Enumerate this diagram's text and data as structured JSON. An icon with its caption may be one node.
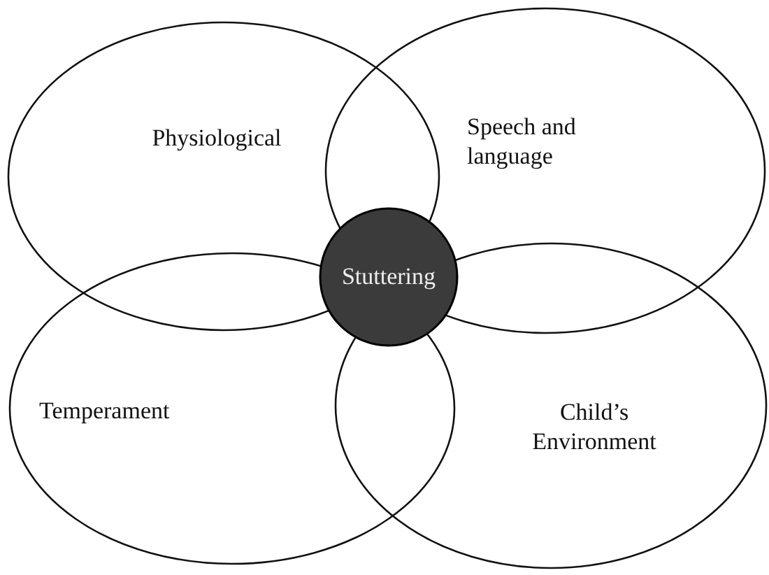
{
  "diagram": {
    "nodes": [
      {
        "text": [
          "Physiological"
        ]
      },
      {
        "text": [
          "Speech and language"
        ]
      },
      {
        "text": [
          "Stuttering"
        ]
      },
      {
        "text": [
          "Temperament"
        ]
      },
      {
        "text": [
          "Child’s Environment"
        ]
      }
    ]
  }
}
